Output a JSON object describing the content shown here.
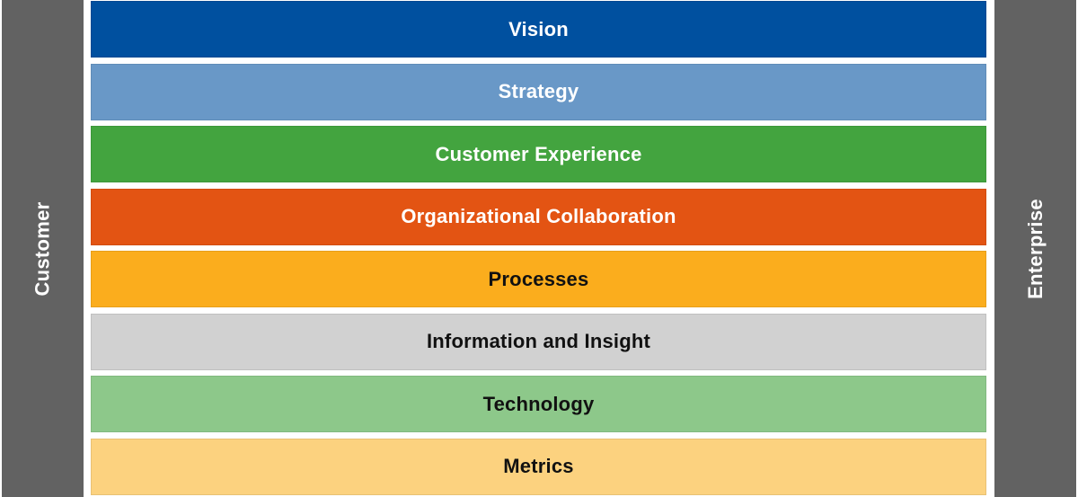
{
  "pillars": {
    "left_label": "Customer",
    "right_label": "Enterprise"
  },
  "layers": [
    {
      "label": "Vision",
      "bg": "#00509f",
      "fg": "#ffffff"
    },
    {
      "label": "Strategy",
      "bg": "#6998c7",
      "fg": "#ffffff"
    },
    {
      "label": "Customer Experience",
      "bg": "#43a43f",
      "fg": "#ffffff"
    },
    {
      "label": "Organizational Collaboration",
      "bg": "#e35413",
      "fg": "#ffffff"
    },
    {
      "label": "Processes",
      "bg": "#fbad1d",
      "fg": "#111111"
    },
    {
      "label": "Information and Insight",
      "bg": "#d1d1d1",
      "fg": "#111111"
    },
    {
      "label": "Technology",
      "bg": "#8dc88a",
      "fg": "#111111"
    },
    {
      "label": "Metrics",
      "bg": "#fcd27f",
      "fg": "#111111"
    }
  ]
}
